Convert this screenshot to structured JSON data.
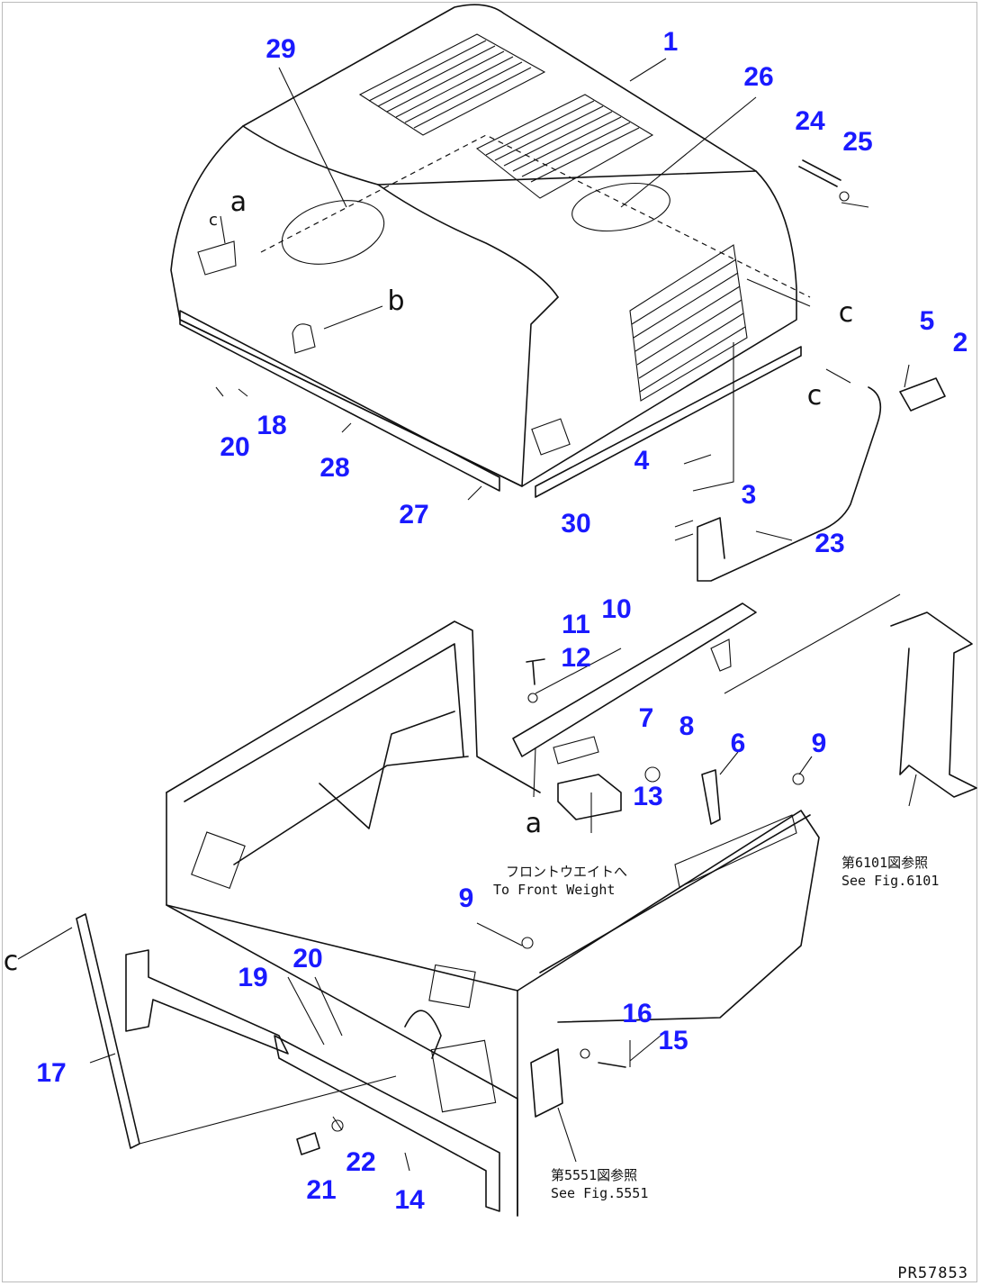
{
  "diagram": {
    "callouts": [
      "1",
      "2",
      "3",
      "4",
      "5",
      "6",
      "7",
      "8",
      "9",
      "9",
      "10",
      "11",
      "12",
      "13",
      "14",
      "15",
      "16",
      "17",
      "18",
      "19",
      "20",
      "20",
      "21",
      "22",
      "23",
      "24",
      "25",
      "26",
      "27",
      "28",
      "29",
      "30"
    ],
    "view_marks": [
      "a",
      "a",
      "b",
      "c",
      "c",
      "c",
      "c"
    ],
    "notes": {
      "front_weight_jp": "フロントウエイトへ",
      "front_weight_en": "To Front Weight",
      "fig6101_jp": "第6101図参照",
      "fig6101_en": "See Fig.6101",
      "fig5551_jp": "第5551図参照",
      "fig5551_en": "See Fig.5551"
    },
    "code": "PR57853"
  }
}
